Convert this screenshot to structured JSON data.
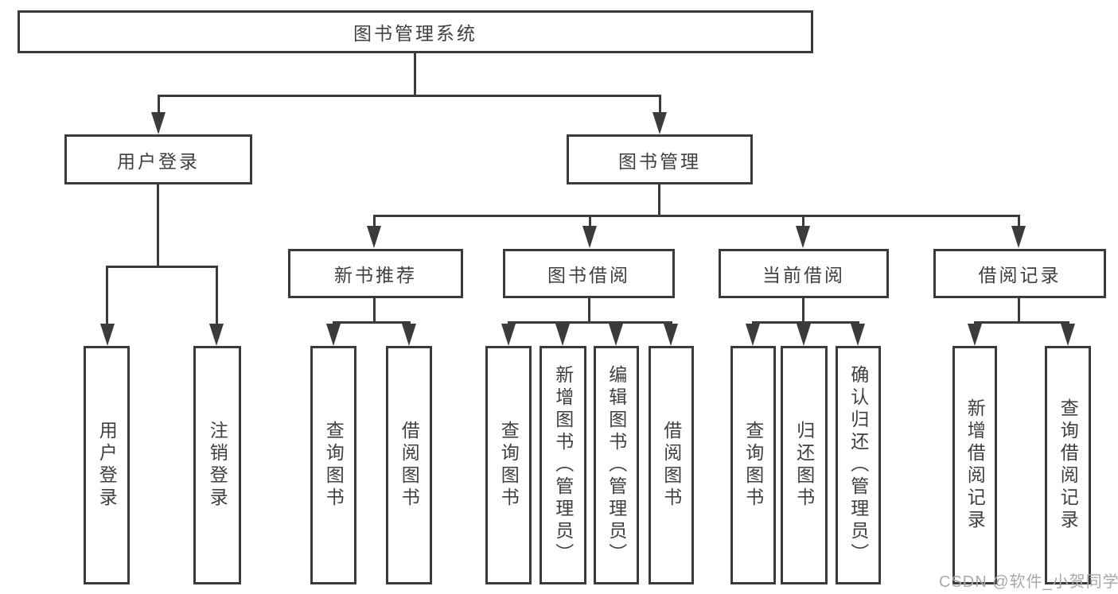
{
  "diagram_title": "图书管理系统",
  "nodes": {
    "root": "图书管理系统",
    "userLogin": "用户登录",
    "bookMgmt": "图书管理",
    "newBookRec": "新书推荐",
    "bookBorrow": "图书借阅",
    "currentBorrow": "当前借阅",
    "borrowRecords": "借阅记录",
    "leafUserLogin": "用户登录",
    "leafLogout": "注销登录",
    "recQueryBook": "查询图书",
    "recBorrowBook": "借阅图书",
    "bbQueryBook": "查询图书",
    "bbAddBook": "新增图书（管理员）",
    "bbEditBook": "编辑图书（管理员）",
    "bbBorrowBook": "借阅图书",
    "cbQueryBook": "查询图书",
    "cbReturnBook": "归还图书",
    "cbConfirmReturn": "确认归还（管理员）",
    "brAddRecord": "新增借阅记录",
    "brQueryRecord": "查询借阅记录"
  },
  "hierarchy": {
    "图书管理系统": {
      "用户登录": [
        "用户登录",
        "注销登录"
      ],
      "图书管理": {
        "新书推荐": [
          "查询图书",
          "借阅图书"
        ],
        "图书借阅": [
          "查询图书",
          "新增图书（管理员）",
          "编辑图书（管理员）",
          "借阅图书"
        ],
        "当前借阅": [
          "查询图书",
          "归还图书",
          "确认归还（管理员）"
        ],
        "借阅记录": [
          "新增借阅记录",
          "查询借阅记录"
        ]
      }
    }
  },
  "watermark": "CSDN @软件_小贺同学",
  "colors": {
    "background": "#ffffff",
    "line": "#3b3b3b",
    "box_border": "#3b3b3b",
    "text": "#3f3f3f",
    "watermark": "#a9a9a9"
  }
}
